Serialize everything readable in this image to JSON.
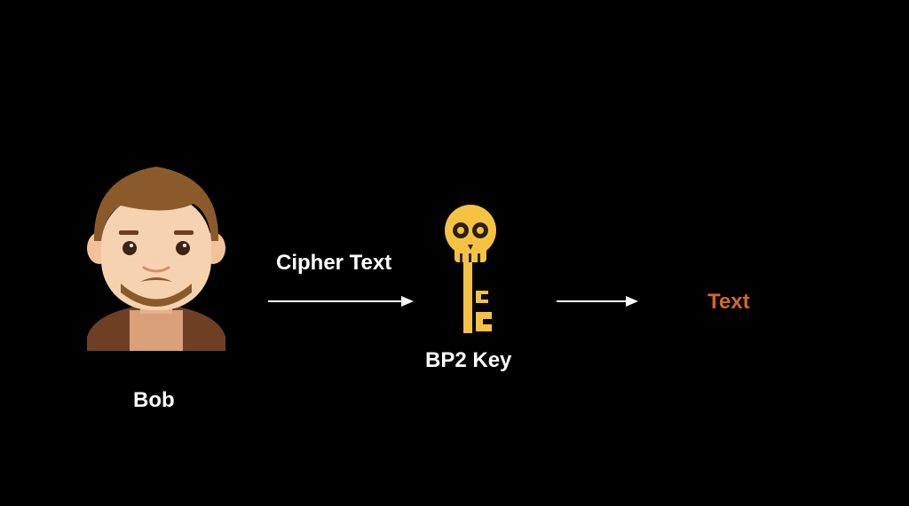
{
  "diagram": {
    "sender": {
      "name": "Bob",
      "icon": "man-avatar-icon"
    },
    "input_label": "Cipher Text",
    "key": {
      "label": "BP2 Key",
      "icon": "skull-key-icon",
      "color": "#f5c242"
    },
    "output": {
      "label": "Text",
      "color": "#d2691e"
    }
  },
  "colors": {
    "background": "#000000",
    "text": "#ffffff",
    "arrow": "#ffffff",
    "output_text": "#d2691e",
    "key_gold": "#f5c242",
    "hair": "#8b5a2b",
    "skin": "#f6d3b0",
    "beard": "#8b5a2b",
    "jacket": "#7a4a2a"
  }
}
